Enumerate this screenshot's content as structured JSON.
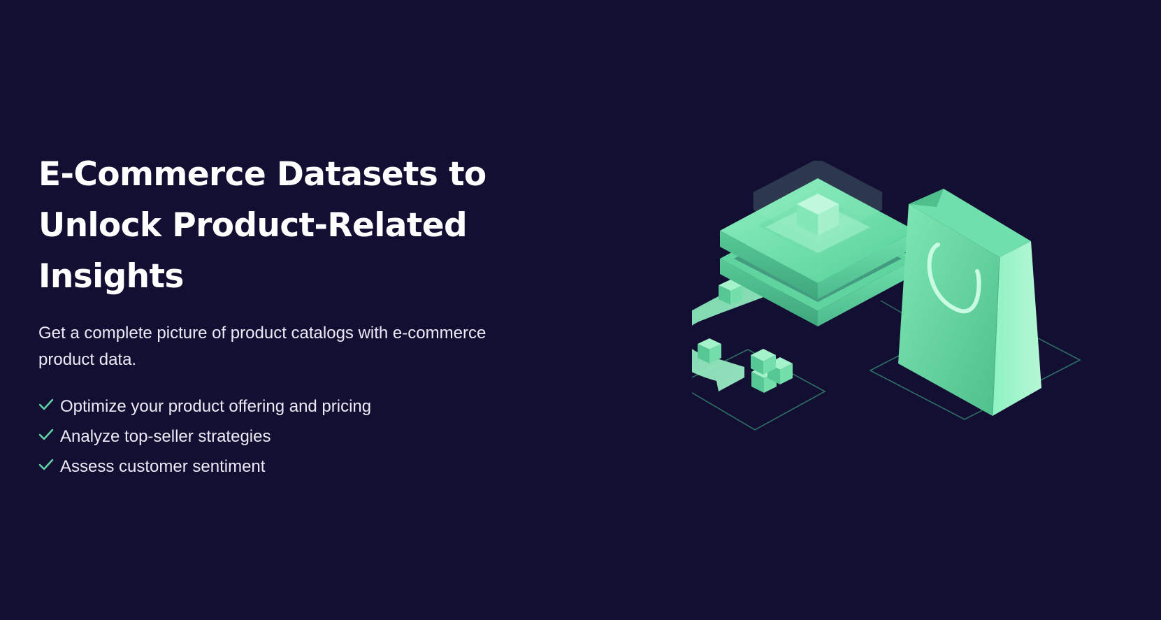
{
  "hero": {
    "headline": "E-Commerce Datasets to Unlock Product-Related Insights",
    "subtitle": "Get a complete picture of product catalogs with e-commerce product data.",
    "features": [
      "Optimize your product offering and pricing",
      "Analyze top-seller strategies",
      "Assess customer sentiment"
    ],
    "check_icon": "check-icon",
    "illustration": "isometric-datastack-shopping-bag-illustration"
  },
  "colors": {
    "background": "#130f33",
    "text": "#ffffff",
    "accent": "#5fe0a6",
    "check": "#62d7a8"
  }
}
